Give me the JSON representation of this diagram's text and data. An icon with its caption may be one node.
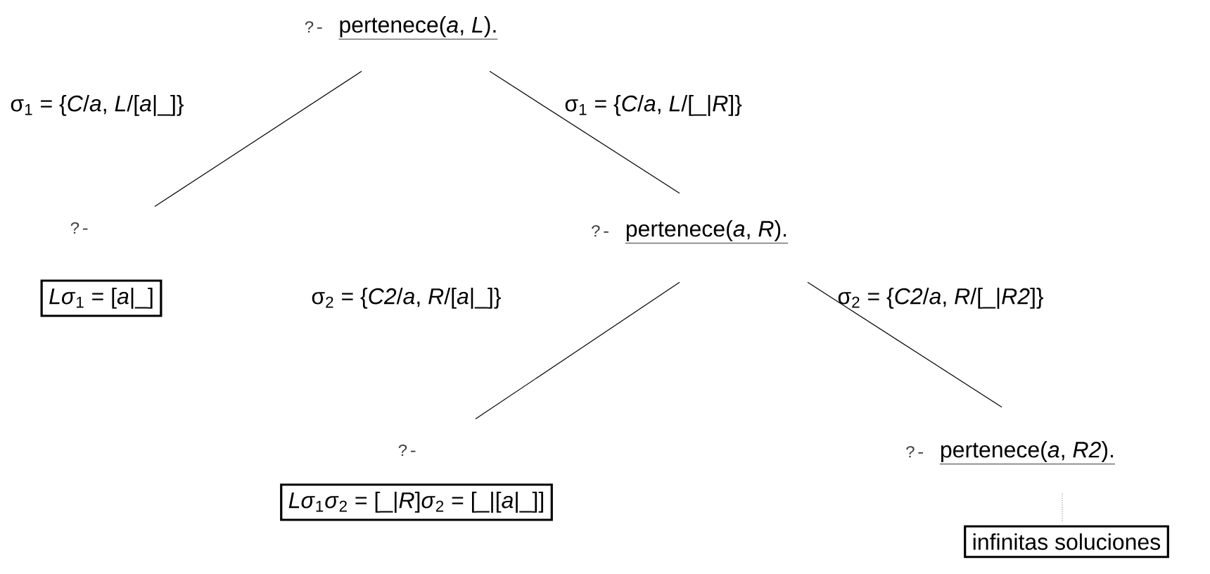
{
  "diagram": {
    "nodes": [
      {
        "text": [
          "?-",
          "pertenece(*a*, *L*)."
        ]
      },
      {
        "text": [
          "?-"
        ]
      },
      {
        "text": [
          "*Lσ*$_{1}$ = [*a*|_]"
        ]
      },
      {
        "text": [
          "?-",
          "pertenece(*a*, *R*)."
        ]
      },
      {
        "text": [
          "?-"
        ]
      },
      {
        "text": [
          "*Lσ*$_{1}$*σ*$_{2}$ = [_|*R*]*σ*$_{2}$ = [_|[*a*|_]]"
        ]
      },
      {
        "text": [
          "?-",
          "pertenece(*a*, *R2*)."
        ]
      },
      {
        "text": [
          "infinitas soluciones"
        ]
      }
    ],
    "edges": [
      {
        "from": 0,
        "to": 1,
        "arrow": "none",
        "label": "σ$_{1}$ = {*C*/*a*, *L*/[*a*|_]}"
      },
      {
        "from": 0,
        "to": 3,
        "arrow": "none",
        "label": "σ$_{1}$ = {*C*/*a*, *L*/[_|*R*]}"
      },
      {
        "from": 3,
        "to": 4,
        "arrow": "none",
        "label": "σ$_{2}$ = {*C2*/*a*, *R*/[*a*|_]}"
      },
      {
        "from": 3,
        "to": 6,
        "arrow": "none",
        "label": "σ$_{2}$ = {*C2*/*a*, *R*/[_|*R2*]}"
      },
      {
        "from": 6,
        "to": 7,
        "arrow": "none",
        "style": "dashed",
        "color": "#999999"
      }
    ]
  }
}
